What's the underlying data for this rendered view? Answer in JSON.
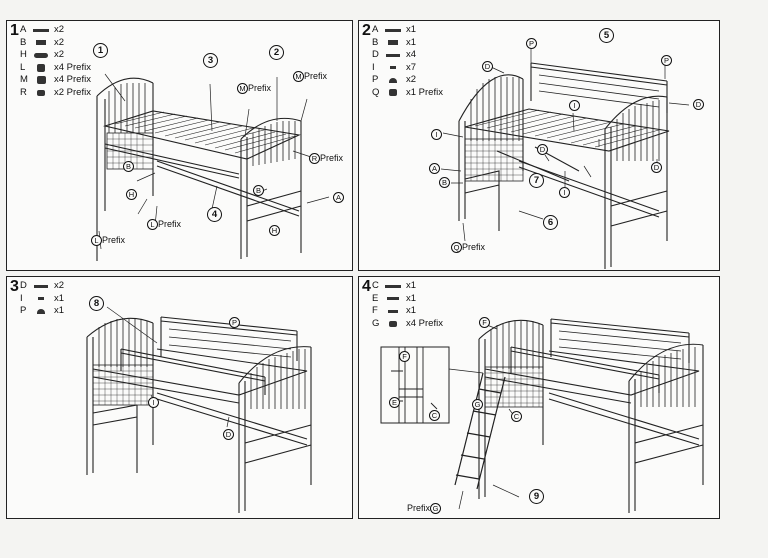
{
  "steps": [
    {
      "number": "1",
      "parts": [
        {
          "letter": "A",
          "qty": "x2",
          "icon": "bolt-long-icon"
        },
        {
          "letter": "B",
          "qty": "x2",
          "icon": "bracket-icon"
        },
        {
          "letter": "H",
          "qty": "x2",
          "icon": "cap-icon"
        },
        {
          "letter": "L",
          "qty": "x4 Prefix",
          "icon": "foot-cap-icon"
        },
        {
          "letter": "M",
          "qty": "x4 Prefix",
          "icon": "post-cap-icon"
        },
        {
          "letter": "R",
          "qty": "x2 Prefix",
          "icon": "nut-icon"
        }
      ]
    },
    {
      "number": "2",
      "parts": [
        {
          "letter": "A",
          "qty": "x1",
          "icon": "bolt-long-icon"
        },
        {
          "letter": "B",
          "qty": "x1",
          "icon": "bracket-icon"
        },
        {
          "letter": "D",
          "qty": "x4",
          "icon": "bolt-medium-icon"
        },
        {
          "letter": "I",
          "qty": "x7",
          "icon": "screw-icon"
        },
        {
          "letter": "P",
          "qty": "x2",
          "icon": "dome-nut-icon"
        },
        {
          "letter": "Q",
          "qty": "x1 Prefix",
          "icon": "foot-cap-icon"
        }
      ]
    },
    {
      "number": "3",
      "parts": [
        {
          "letter": "D",
          "qty": "x2",
          "icon": "bolt-medium-icon"
        },
        {
          "letter": "I",
          "qty": "x1",
          "icon": "screw-icon"
        },
        {
          "letter": "P",
          "qty": "x1",
          "icon": "dome-nut-icon"
        }
      ]
    },
    {
      "number": "4",
      "parts": [
        {
          "letter": "C",
          "qty": "x1",
          "icon": "bolt-long-icon"
        },
        {
          "letter": "E",
          "qty": "x1",
          "icon": "bolt-short-icon"
        },
        {
          "letter": "F",
          "qty": "x1",
          "icon": "screw-icon"
        },
        {
          "letter": "G",
          "qty": "x4 Prefix",
          "icon": "washer-icon"
        }
      ]
    }
  ],
  "callouts": {
    "p1": {
      "n1": "1",
      "n2": "2",
      "n3": "3",
      "n4": "4",
      "m_prefix": "Prefix",
      "m_prefix2": "Prefix",
      "r_prefix": "Prefix",
      "l_prefix": "Prefix",
      "l_prefix2": "Prefix",
      "la": "A",
      "lb": "B",
      "lb2": "B",
      "lh": "H",
      "lh2": "H",
      "lm": "M",
      "lm2": "M",
      "lr": "R",
      "ll": "L",
      "ll2": "L"
    },
    "p2": {
      "n5": "5",
      "n6": "6",
      "n7": "7",
      "q_prefix": "Prefix",
      "la": "A",
      "lb": "B",
      "ld": "D",
      "ld2": "D",
      "ld3": "D",
      "ld4": "D",
      "li": "I",
      "li2": "I",
      "li3": "I",
      "lp": "P",
      "lp2": "P",
      "lq": "Q"
    },
    "p3": {
      "n8": "8",
      "lp": "P",
      "li": "I",
      "ld": "D"
    },
    "p4": {
      "n9": "9",
      "prefix": "Prefix",
      "lf": "F",
      "lf2": "F",
      "le": "E",
      "lc": "C",
      "lc2": "C",
      "lg": "G"
    }
  }
}
